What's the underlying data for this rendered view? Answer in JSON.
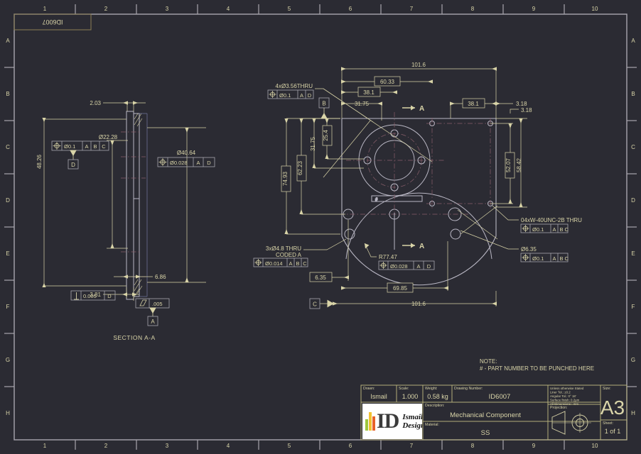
{
  "sheet": {
    "corner_label": "ID6007",
    "col_ticks": [
      "1",
      "2",
      "3",
      "4",
      "5",
      "6",
      "7",
      "8",
      "9",
      "10"
    ],
    "row_ticks": [
      "A",
      "B",
      "C",
      "D",
      "E",
      "F",
      "G",
      "H"
    ],
    "bg_color": "#2b2b33",
    "line_color": "#d9d4a8",
    "part_color": "#b9b7c4",
    "center_color": "#8a5f6b",
    "frame_color": "#a8a6ae"
  },
  "section_view": {
    "title": "SECTION A-A",
    "dims": {
      "thickness": "2.03",
      "height_left": "48.26",
      "bore": "Ø22.28",
      "outer": "Ø40.64",
      "step": "3.81",
      "flange": "6.86"
    },
    "fcf": [
      {
        "symbol": "position",
        "tol": "Ø0.1",
        "datums": [
          "A",
          "B",
          "C"
        ]
      },
      {
        "symbol": "position",
        "tol": "Ø0.028",
        "datums": [
          "A",
          "D"
        ]
      },
      {
        "symbol": "perpendicularity",
        "tol": "0.005",
        "datums": [
          "D"
        ]
      },
      {
        "symbol": "parallelism",
        "tol": ".005",
        "datums": []
      }
    ],
    "datums": [
      "D",
      "A"
    ]
  },
  "main_view": {
    "section_arrow_label": "A",
    "dims_top": [
      "101.6",
      "60.33",
      "38.1",
      "31.75",
      "38.1",
      "3.18",
      "3.18"
    ],
    "dims_left": [
      "74.93",
      "62.23",
      "31.75",
      "25.4"
    ],
    "dims_right": [
      "52.07",
      "58.42"
    ],
    "dims_bottom": [
      "6.35",
      "69.85",
      "101.6"
    ],
    "datums": [
      "B",
      "C"
    ],
    "callouts": [
      {
        "text": "4xØ3.56THRU",
        "tol": "Ø0.1",
        "datums": [
          "A",
          "D"
        ]
      },
      {
        "text": "3xØ4.8 THRU",
        "text2": "CODED A",
        "tol": "Ø0.014",
        "datums": [
          "A",
          "B",
          "C"
        ]
      },
      {
        "text": "R77.47",
        "tol": "Ø0.028",
        "datums": [
          "A",
          "D"
        ]
      },
      {
        "text": "04xW-40UNC-2B THRU",
        "tol": "Ø0.1",
        "datums": [
          "A",
          "B",
          "C"
        ]
      },
      {
        "text": "Ø6.35",
        "tol": "Ø0.1",
        "datums": [
          "A",
          "B",
          "C"
        ]
      }
    ]
  },
  "note": {
    "heading": "NOTE:",
    "body": "# - PART NUMBER TO BE PUNCHED HERE"
  },
  "title_block": {
    "drawn_label": "Drawn:",
    "drawn_value": "Ismail",
    "scale_label": "Scale:",
    "scale_value": "1.000",
    "weight_label": "Weight:",
    "weight_value": "0.58 kg",
    "drawing_number_label": "Drawing Number:",
    "drawing_number_value": "ID6007",
    "description_label": "Description:",
    "description_value": "Mechanical Component",
    "material_label": "Material:",
    "material_value": "SS",
    "size_label": "Size:",
    "size_value": "A3",
    "projection_label": "Projection:",
    "sheet_label": "Sheet:",
    "sheet_value": "1 of 1",
    "tolerance_lines": [
      "Unless otherwise Stated",
      "Liner Tol.: ±0.2",
      "Angular Tol.: 0° 18'",
      "Surface finish: 0.2µm",
      "All Dimensions : mm"
    ],
    "logo": {
      "mark": "ID",
      "line1": "Ismail's",
      "line2": "Design"
    }
  }
}
